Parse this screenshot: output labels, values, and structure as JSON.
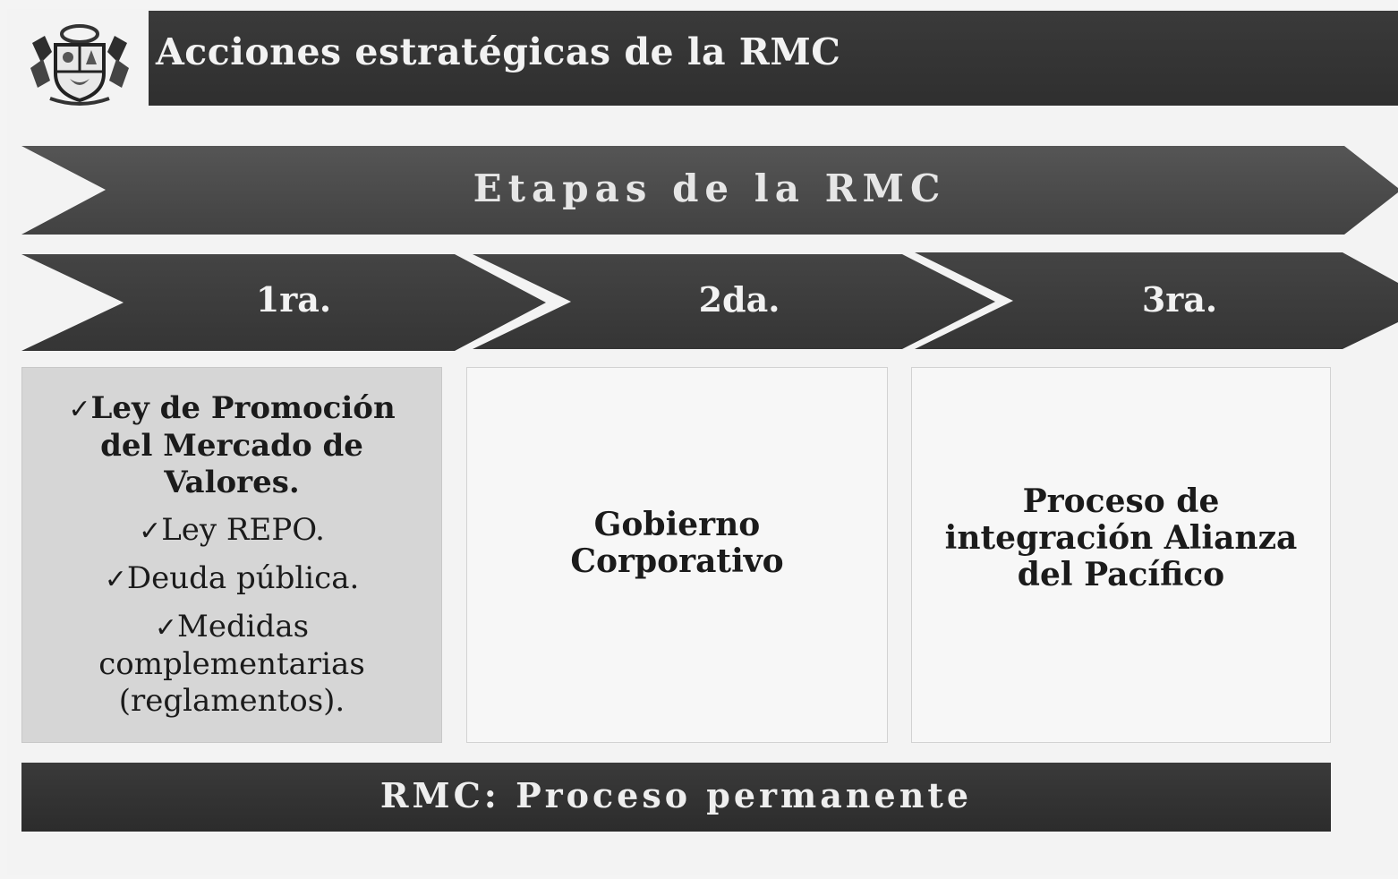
{
  "header": {
    "title": "Acciones estratégicas de la RMC"
  },
  "banner": {
    "title": "Etapas de la RMC"
  },
  "stages": [
    {
      "label": "1ra.",
      "items": [
        "Ley de Promoción del Mercado de Valores.",
        "Ley REPO.",
        "Deuda pública.",
        "Medidas complementarias (reglamentos)."
      ]
    },
    {
      "label": "2da.",
      "text": "Gobierno Corporativo"
    },
    {
      "label": "3ra.",
      "text": "Proceso de integración Alianza del Pacífico"
    }
  ],
  "check_mark": "✓",
  "footer": {
    "text": "RMC: Proceso permanente"
  },
  "colors": {
    "dark": "#333333",
    "arrow": "#4a4a4a",
    "highlight_panel": "#d6d6d6"
  },
  "icons": {
    "crest": "peru-coat-of-arms-icon"
  }
}
